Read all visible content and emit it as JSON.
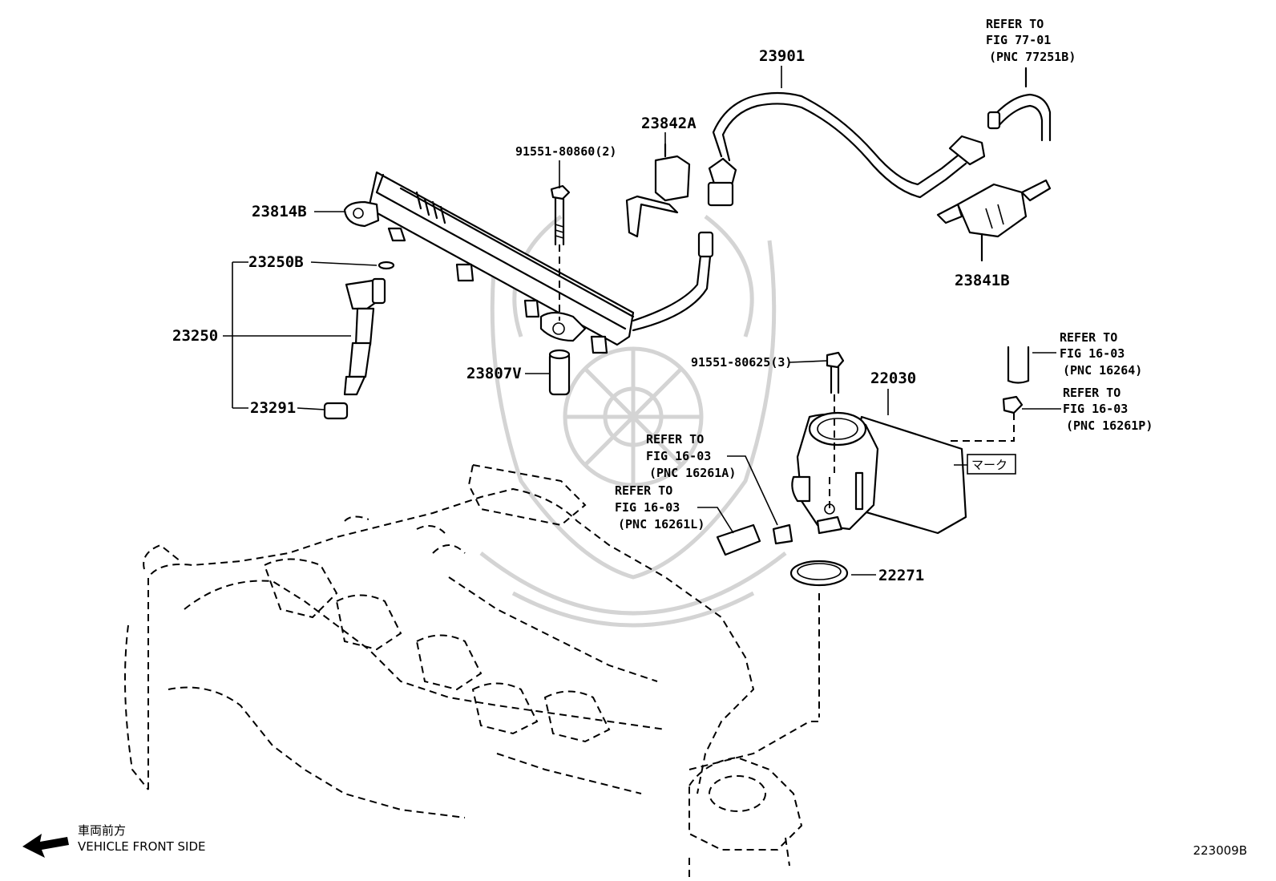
{
  "diagram_id": "223009B",
  "parts": {
    "p23901": "23901",
    "p23842A": "23842A",
    "p91551_80860": "91551-80860(2)",
    "p23814B": "23814B",
    "p23250B": "23250B",
    "p23250": "23250",
    "p23291": "23291",
    "p23807V": "23807V",
    "p23841B": "23841B",
    "p91551_80625": "91551-80625(3)",
    "p22030": "22030",
    "p22271": "22271"
  },
  "refs": {
    "r77251B": {
      "line1": "REFER TO",
      "line2": "FIG 77-01",
      "line3": "(PNC 77251B)"
    },
    "r16264": {
      "line1": "REFER TO",
      "line2": "FIG 16-03",
      "line3": "(PNC 16264)"
    },
    "r16261P": {
      "line1": "REFER TO",
      "line2": "FIG 16-03",
      "line3": "(PNC 16261P)"
    },
    "r16261A": {
      "line1": "REFER TO",
      "line2": "FIG 16-03",
      "line3": "(PNC 16261A)"
    },
    "r16261L": {
      "line1": "REFER TO",
      "line2": "FIG 16-03",
      "line3": "(PNC 16261L)"
    }
  },
  "mark_label": "マーク",
  "front": {
    "jp": "車両前方",
    "en": "VEHICLE FRONT SIDE"
  },
  "icons": {
    "front_arrow": "arrow-left-icon",
    "watermark": "emblem-watermark-icon"
  }
}
